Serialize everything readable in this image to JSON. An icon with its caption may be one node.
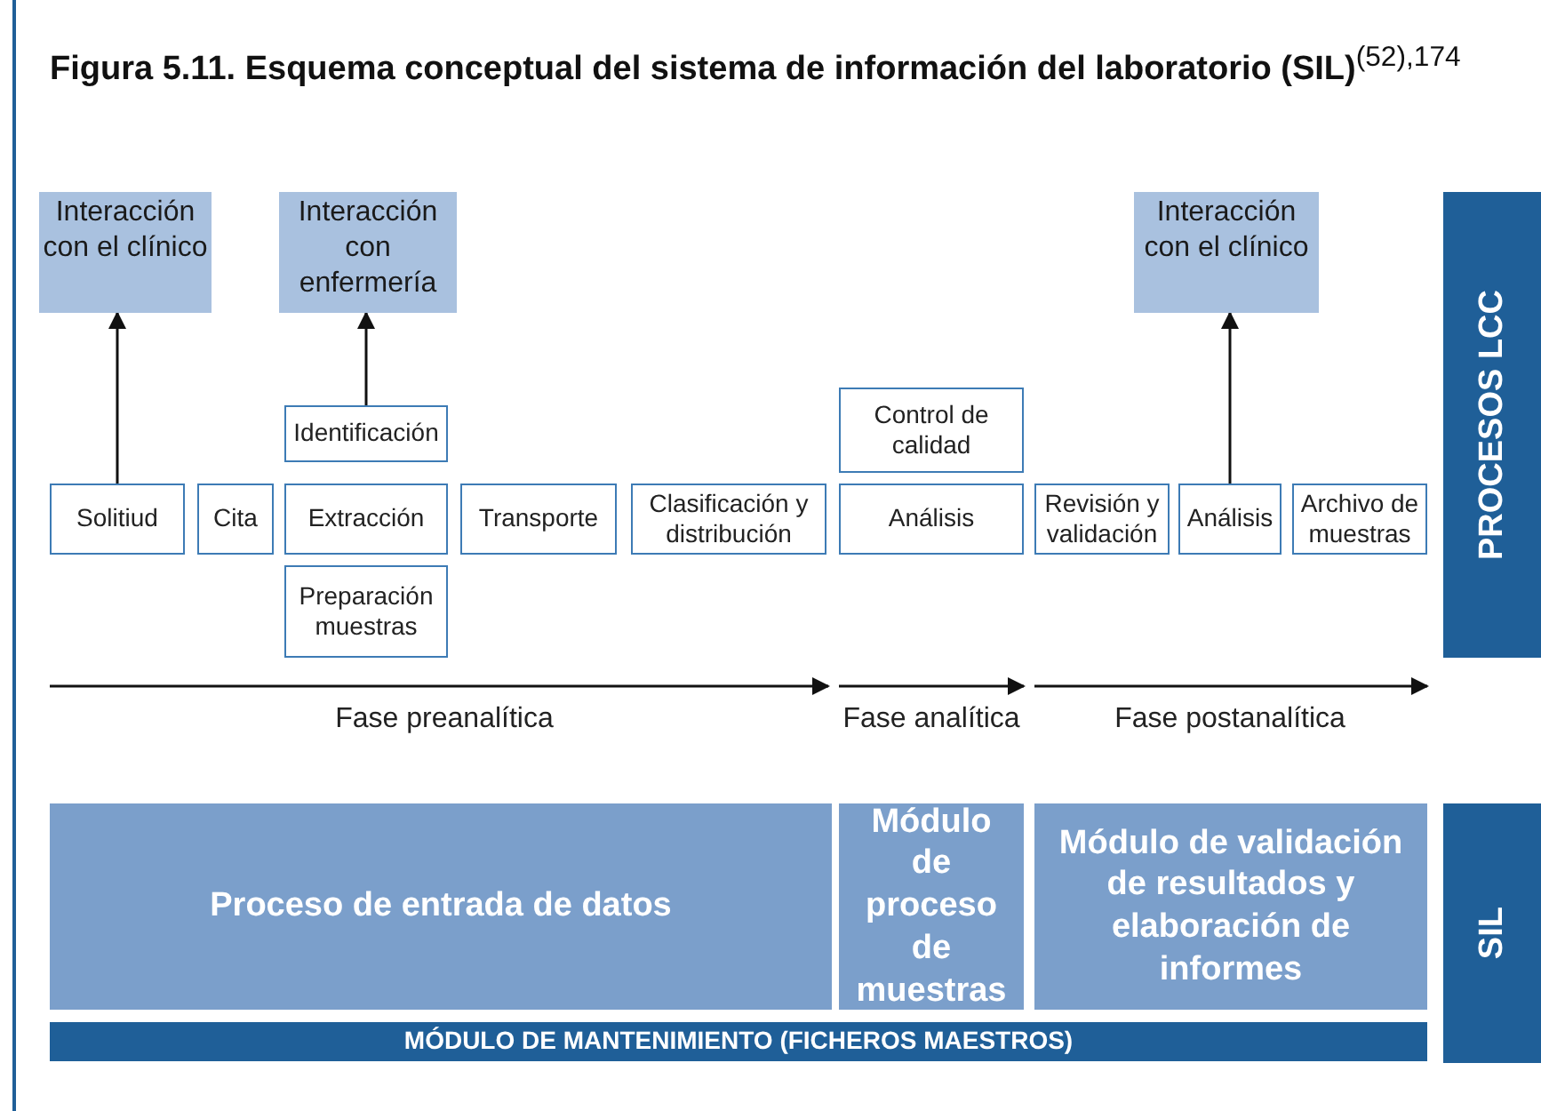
{
  "diagram": {
    "title": "**Figura 5.11. Esquema conceptual del sistema de información del laboratorio (SIL)**$^{(52),174}$",
    "nodes": [
      {
        "text": [
          "Interacción con el clínico"
        ]
      },
      {
        "text": [
          "Interacción con enfermería"
        ]
      },
      {
        "text": [
          "Interacción con el clínico"
        ]
      },
      {
        "text": [
          "Identificación"
        ]
      },
      {
        "text": [
          "Control de calidad"
        ]
      },
      {
        "text": [
          "Solitiud"
        ]
      },
      {
        "text": [
          "Cita"
        ]
      },
      {
        "text": [
          "Extracción"
        ]
      },
      {
        "text": [
          "Transporte"
        ]
      },
      {
        "text": [
          "Clasificación y distribución"
        ]
      },
      {
        "text": [
          "Análisis"
        ]
      },
      {
        "text": [
          "Revisión y validación"
        ]
      },
      {
        "text": [
          "Análisis"
        ]
      },
      {
        "text": [
          "Archivo de muestras"
        ]
      },
      {
        "text": [
          "Preparación muestras"
        ]
      },
      {
        "text": [
          "PROCESOS LCC"
        ]
      },
      {
        "text": [
          "Proceso de entrada de datos"
        ]
      },
      {
        "text": [
          "Módulo de proceso de muestras"
        ]
      },
      {
        "text": [
          "Módulo de validación de resultados y elaboración de informes"
        ]
      },
      {
        "text": [
          "SIL"
        ]
      },
      {
        "text": [
          "MÓDULO DE MANTENIMIENTO (FICHEROS MAESTROS)"
        ]
      }
    ],
    "edges": [
      {
        "from": 5,
        "to": 0,
        "arrow": "to"
      },
      {
        "from": 3,
        "to": 1,
        "arrow": "to"
      },
      {
        "from": 12,
        "to": 2,
        "arrow": "to"
      }
    ],
    "labels": [
      "Fase preanalítica",
      "Fase analítica",
      "Fase postanalítica"
    ]
  }
}
